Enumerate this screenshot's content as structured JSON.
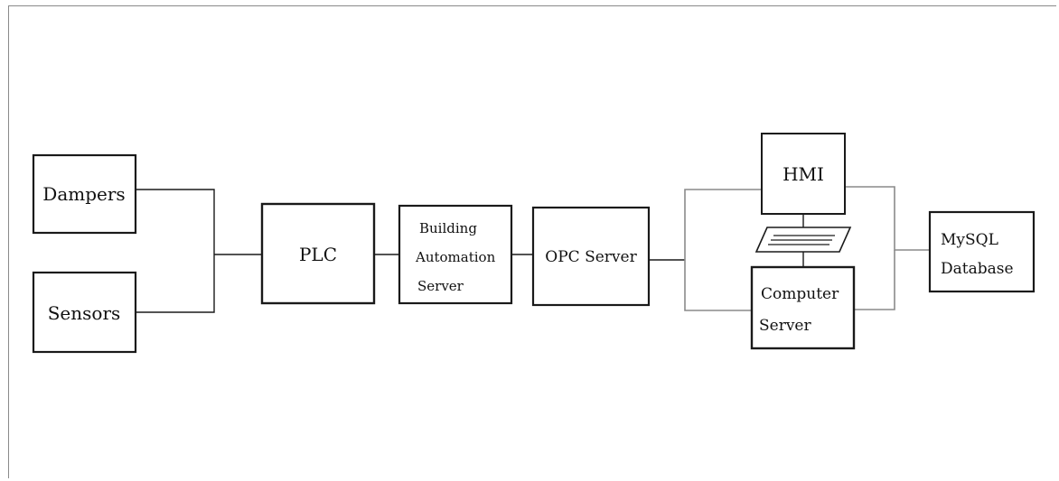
{
  "diagram": {
    "nodes": {
      "dampers": "Dampers",
      "sensors": "Sensors",
      "plc": "PLC",
      "building_automation_server": [
        "Building",
        "Automation",
        "Server"
      ],
      "opc_server": "OPC Server",
      "hmi": "HMI",
      "computer_server": [
        "Computer",
        "Server"
      ],
      "mysql_database": [
        "MySQL",
        "Database"
      ]
    },
    "edges": [
      [
        "dampers",
        "plc"
      ],
      [
        "sensors",
        "plc"
      ],
      [
        "plc",
        "building_automation_server"
      ],
      [
        "building_automation_server",
        "opc_server"
      ],
      [
        "opc_server",
        "hmi"
      ],
      [
        "opc_server",
        "computer_server"
      ],
      [
        "hmi",
        "computer_server"
      ],
      [
        "hmi",
        "mysql_database"
      ],
      [
        "computer_server",
        "mysql_database"
      ]
    ]
  }
}
